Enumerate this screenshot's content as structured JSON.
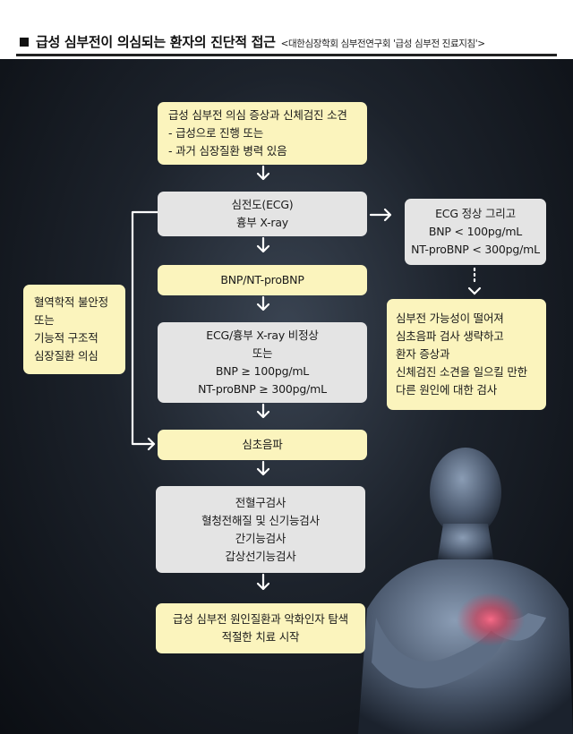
{
  "header": {
    "bullet": "■",
    "title": "급성 심부전이 의심되는 환자의 진단적 접근",
    "source": "<대한심장학회 심부전연구회 '급성 심부전 진료지침'>"
  },
  "flow": {
    "initial": [
      "급성 심부전 의심 증상과 신체검진 소견",
      "- 급성으로 진행 또는",
      "- 과거 심장질환 병력 있음"
    ],
    "ecg_xray": [
      "심전도(ECG)",
      "흉부 X-ray"
    ],
    "bnp": [
      "BNP/NT-proBNP"
    ],
    "abnormal": [
      "ECG/흉부 X-ray 비정상",
      "또는",
      "BNP ≥ 100pg/mL",
      "NT-proBNP ≥ 300pg/mL"
    ],
    "echo": [
      "심초음파"
    ],
    "labs": [
      "전혈구검사",
      "혈청전해질 및 신기능검사",
      "간기능검사",
      "갑상선기능검사"
    ],
    "final": [
      "급성 심부전 원인질환과 악화인자 탐색",
      "적절한 치료 시작"
    ],
    "unstable": [
      "혈역학적 불안정",
      "또는",
      "기능적 구조적",
      "심장질환 의심"
    ],
    "normal": [
      "ECG 정상 그리고",
      "BNP < 100pg/mL",
      "NT-proBNP < 300pg/mL"
    ],
    "unlikely": [
      "심부전 가능성이 떨어져",
      "심초음파 검사 생략하고",
      "환자 증상과",
      "신체검진 소견을 일으킬 만한",
      "다른 원인에 대한 검사"
    ]
  },
  "colors": {
    "yellow_box": "#fbf4bd",
    "gray_box": "#e4e4e4",
    "arrow": "#ffffff",
    "background": "#1c222b",
    "figure_highlight": "#e2304a"
  },
  "illustration": "human-figure-clutching-chest"
}
